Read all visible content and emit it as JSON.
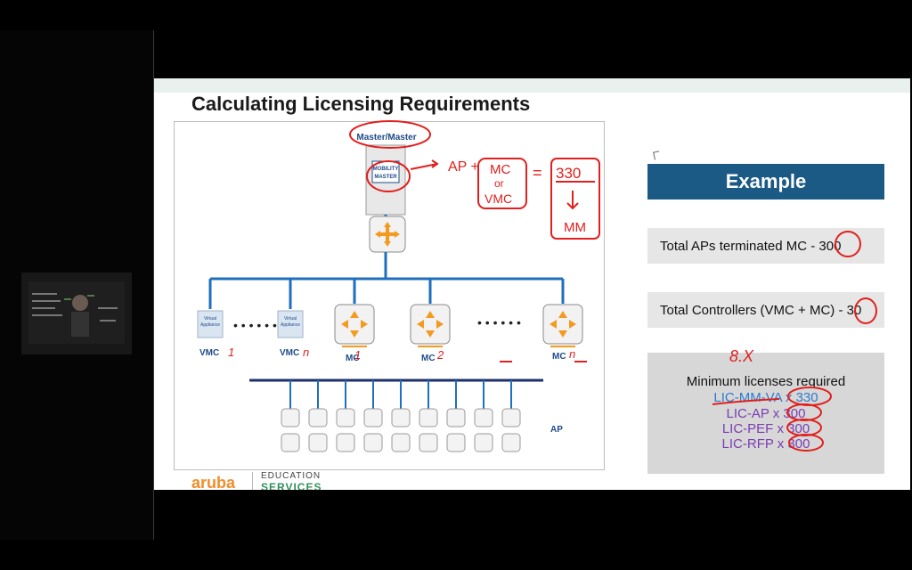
{
  "slide": {
    "title": "Calculating Licensing Requirements",
    "diagram": {
      "master_label": "Master/Master",
      "mobility_master_line1": "MOBILITY",
      "mobility_master_line2": "MASTER",
      "virtual_appliance_1": "Virtual",
      "virtual_appliance_2": "Appliance",
      "vmc_labels": [
        "VMC",
        "VMC"
      ],
      "mc_labels": [
        "MC",
        "MC",
        "MC"
      ],
      "ap_label": "AP"
    },
    "example_title": "Example",
    "info_aps": "Total APs terminated MC - 300",
    "info_controllers": "Total Controllers (VMC + MC) - 30",
    "licenses_heading": "Minimum licenses required",
    "licenses": [
      "LIC-MM-VA x 330",
      "LIC-AP x 300",
      "LIC-PEF x 300",
      "LIC-RFP x 300"
    ],
    "annotations": {
      "ap_plus": "AP +",
      "mc": "MC",
      "or": "or",
      "vmc": "VMC",
      "eq": "=",
      "value330": "330",
      "mm": "MM",
      "eight_x": "8.X",
      "vmc1_suffix": "1",
      "vmcn_suffix": "n",
      "mc1_suffix": "1",
      "mc2_suffix": "2",
      "mcn_suffix": "n"
    },
    "footer": {
      "logo": "aruba",
      "edu": "EDUCATION",
      "services": "SERVICES"
    }
  },
  "colors": {
    "slide_bg": "#ffffff",
    "header_box": "#1c5a86",
    "pen_red": "#e0201e",
    "link_blue": "#2c7bd0",
    "purple": "#7b3cb3",
    "brand_orange": "#f28c28"
  }
}
